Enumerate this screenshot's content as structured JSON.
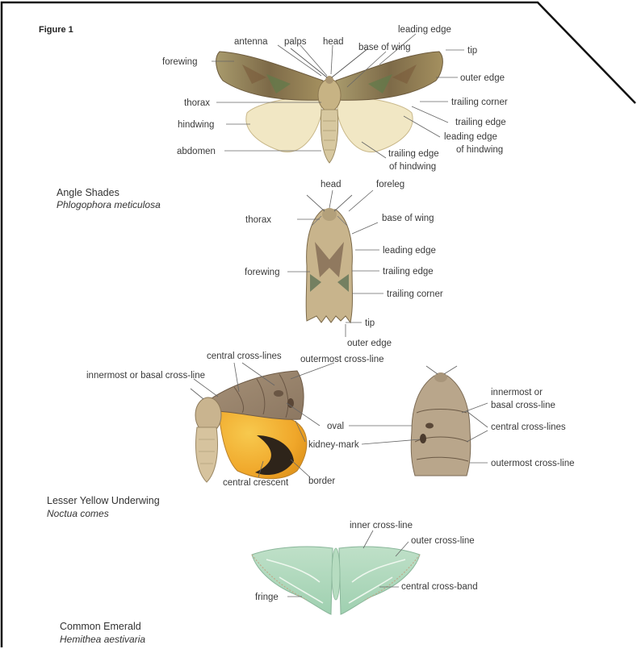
{
  "figure_title": "Figure 1",
  "species": {
    "angle_shades": {
      "common_name": "Angle Shades",
      "latin_name": "Phlogophora meticulosa"
    },
    "lesser_yellow_underwing": {
      "common_name": "Lesser Yellow Underwing",
      "latin_name": "Noctua comes"
    },
    "common_emerald": {
      "common_name": "Common Emerald",
      "latin_name": "Hemithea aestivaria"
    }
  },
  "labels": {
    "as_spread": {
      "antenna": "antenna",
      "palps": "palps",
      "head": "head",
      "leading_edge": "leading edge",
      "base_of_wing": "base of wing",
      "tip": "tip",
      "forewing": "forewing",
      "outer_edge": "outer edge",
      "thorax": "thorax",
      "trailing_corner": "trailing corner",
      "hindwing": "hindwing",
      "trailing_edge": "trailing edge",
      "leading_edge_hw_1": "leading edge",
      "leading_edge_hw_2": "of hindwing",
      "abdomen": "abdomen",
      "trailing_edge_hw_1": "trailing edge",
      "trailing_edge_hw_2": "of hindwing"
    },
    "as_rest": {
      "head": "head",
      "foreleg": "foreleg",
      "thorax": "thorax",
      "base_of_wing": "base of wing",
      "leading_edge": "leading edge",
      "forewing": "forewing",
      "trailing_edge": "trailing edge",
      "trailing_corner": "trailing corner",
      "tip": "tip",
      "outer_edge": "outer edge"
    },
    "lyu": {
      "central_cross_lines": "central cross-lines",
      "outermost_cross_line": "outermost  cross-line",
      "innermost_basal": "innermost or basal cross-line",
      "oval": "oval",
      "kidney_mark": "kidney-mark",
      "central_crescent": "central crescent",
      "border": "border",
      "r_innermost_1": "innermost or",
      "r_innermost_2": "basal  cross-line",
      "r_central": "central cross-lines",
      "r_outermost": "outermost cross-line"
    },
    "ce": {
      "inner_cross_line": "inner cross-line",
      "outer_cross_line": "outer cross-line",
      "central_cross_band": "central cross-band",
      "fringe": "fringe"
    }
  }
}
